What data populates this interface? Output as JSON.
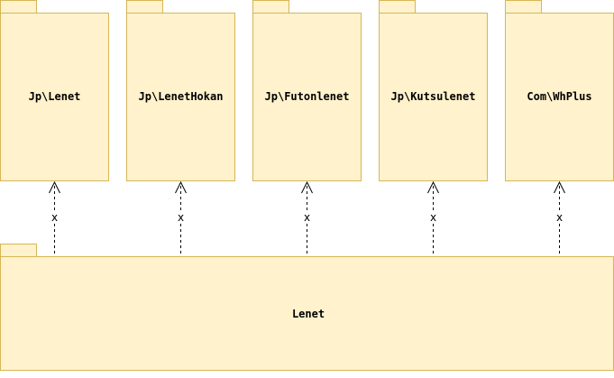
{
  "colors": {
    "package_fill": "#fff2cc",
    "package_stroke": "#d6b656",
    "line": "#000000"
  },
  "packages": [
    {
      "name": "Jp\\Lenet"
    },
    {
      "name": "Jp\\LenetHokan"
    },
    {
      "name": "Jp\\Futonlenet"
    },
    {
      "name": "Jp\\Kutsulenet"
    },
    {
      "name": "Com\\WhPlus"
    }
  ],
  "main_package": {
    "name": "Lenet"
  },
  "dependencies": [
    {
      "from": "Lenet",
      "to": "Jp\\Lenet",
      "label": "x"
    },
    {
      "from": "Lenet",
      "to": "Jp\\LenetHokan",
      "label": "x"
    },
    {
      "from": "Lenet",
      "to": "Jp\\Futonlenet",
      "label": "x"
    },
    {
      "from": "Lenet",
      "to": "Jp\\Kutsulenet",
      "label": "x"
    },
    {
      "from": "Lenet",
      "to": "Com\\WhPlus",
      "label": "x"
    }
  ]
}
